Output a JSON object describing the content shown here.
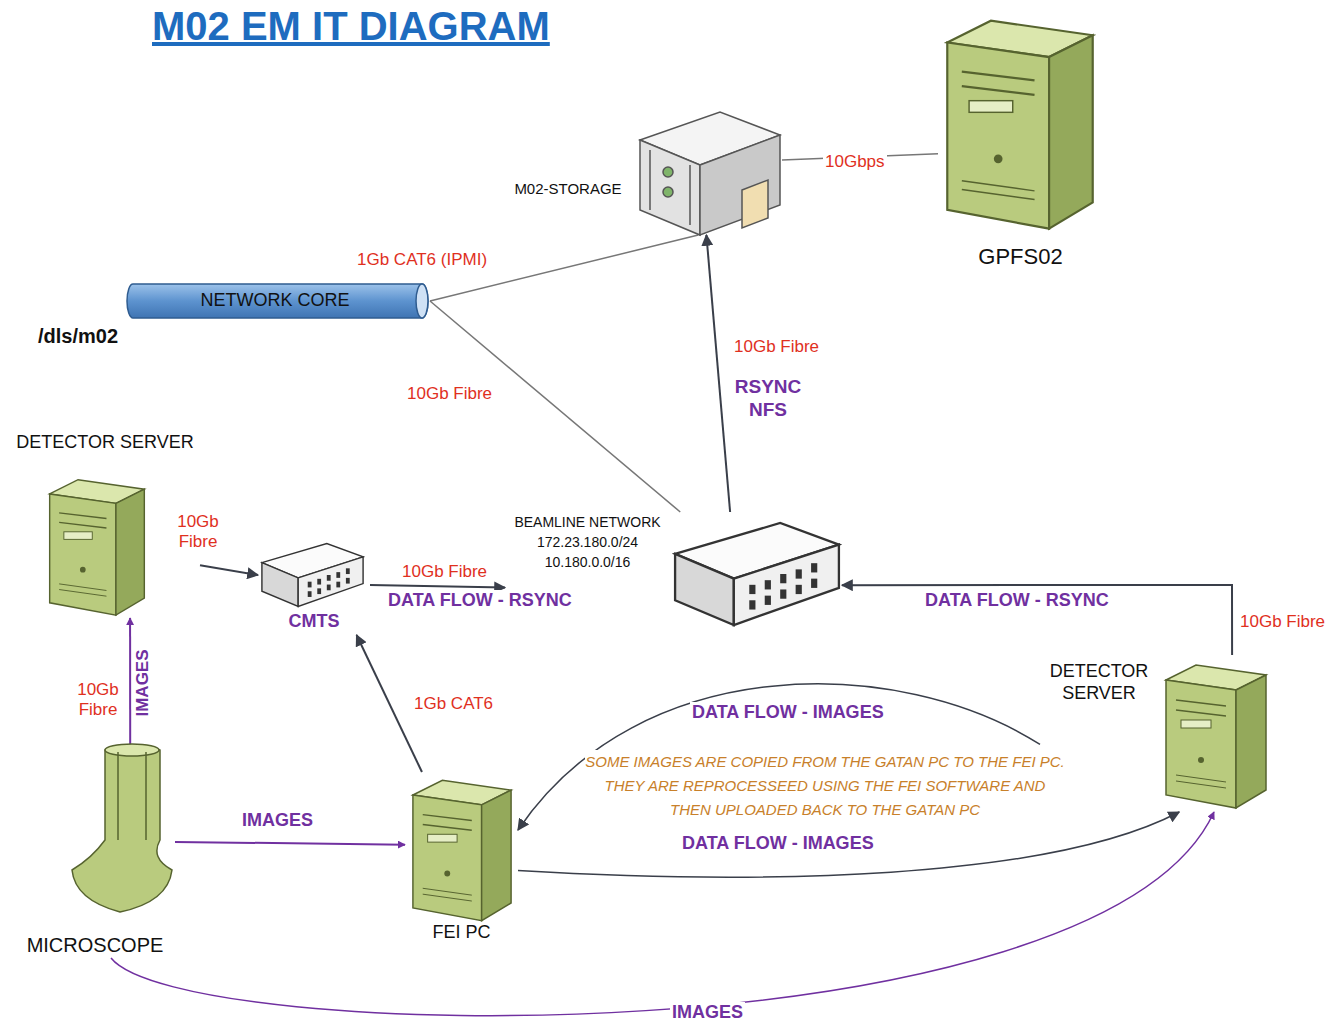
{
  "diagram": {
    "title": "M02 EM IT DIAGRAM",
    "nodes": [
      {
        "text": [
          "M02-STORAGE"
        ]
      },
      {
        "text": [
          "GPFS02"
        ]
      },
      {
        "text": [
          "NETWORK CORE"
        ]
      },
      {
        "text": [
          "DETECTOR SERVER"
        ]
      },
      {
        "text": [
          "CMTS"
        ]
      },
      {
        "text": [
          "BEAMLINE NETWORK",
          "172.23.180.0/24",
          "10.180.0.0/16"
        ]
      },
      {
        "text": [
          "DETECTOR SERVER"
        ]
      },
      {
        "text": [
          "MICROSCOPE"
        ]
      },
      {
        "text": [
          "FEI PC"
        ]
      }
    ],
    "edges": [
      {
        "from": 2,
        "to": 0,
        "arrow": "none",
        "label": "1Gb CAT6 (IPMI)"
      },
      {
        "from": 0,
        "to": 1,
        "arrow": "none",
        "label": "10Gbps"
      },
      {
        "from": 2,
        "to": 5,
        "arrow": "none",
        "label": "10Gb Fibre"
      },
      {
        "from": 5,
        "to": 0,
        "arrow": "to",
        "label": "10Gb Fibre"
      },
      {
        "from": 3,
        "to": 4,
        "arrow": "to",
        "label": "10Gb Fibre"
      },
      {
        "from": 4,
        "to": 5,
        "arrow": "to",
        "label": "10Gb Fibre"
      },
      {
        "from": 6,
        "to": 5,
        "arrow": "to",
        "label": "10Gb Fibre"
      },
      {
        "from": 7,
        "to": 3,
        "arrow": "to",
        "label": "10Gb Fibre"
      },
      {
        "from": 8,
        "to": 4,
        "arrow": "to",
        "label": "1Gb CAT6"
      },
      {
        "from": 7,
        "to": 8,
        "arrow": "to",
        "label": "IMAGES"
      },
      {
        "from": 6,
        "to": 8,
        "arrow": "to",
        "label": "DATA FLOW - IMAGES"
      },
      {
        "from": 8,
        "to": 6,
        "arrow": "to",
        "label": "DATA FLOW - IMAGES"
      },
      {
        "from": 7,
        "to": 6,
        "arrow": "to",
        "label": "IMAGES"
      }
    ],
    "labels": [
      "/dls/m02",
      "RSYNC NFS",
      "DATA FLOW - RSYNC",
      "DATA FLOW - RSYNC",
      "IMAGES",
      "SOME IMAGES ARE COPIED FROM THE GATAN PC TO THE FEI PC. THEY ARE REPROCESSEED USING THE FEI SOFTWARE AND THEN UPLOADED BACK TO THE GATAN PC"
    ]
  }
}
